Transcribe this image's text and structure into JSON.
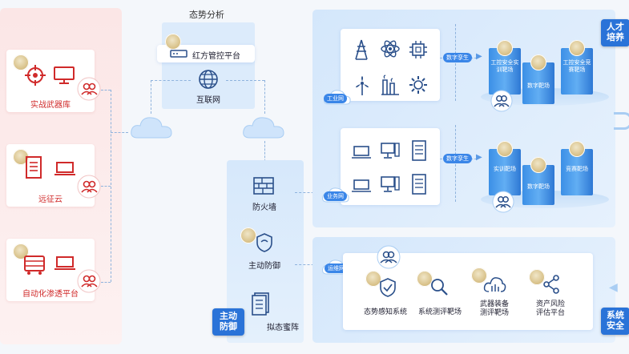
{
  "left_panel": {
    "items": [
      {
        "label": "实战武器库"
      },
      {
        "label": "远征云"
      },
      {
        "label": "自动化渗透平台"
      }
    ]
  },
  "top_center": {
    "title": "态势分析",
    "platform_label": "红方管控平台",
    "internet_label": "互联网"
  },
  "security_stack": {
    "items": [
      {
        "label": "防火墙"
      },
      {
        "label": "主动防御"
      },
      {
        "label": "拟态蜜阵"
      }
    ],
    "tag": "主动\n防御"
  },
  "top_right": {
    "industrial_net_tag": "工业网",
    "business_net_tag": "业务网",
    "digital_twin_1": "数字孪生",
    "digital_twin_2": "数字孪生",
    "range_group_1": {
      "b1": "工控安全实训靶场",
      "b2": "数字靶场",
      "b3": "工控安全竞赛靶场"
    },
    "range_group_2": {
      "b1": "实训靶场",
      "b2": "数字靶场",
      "b3": "竞赛靶场"
    },
    "talent_tag": "人才\n培养"
  },
  "bottom_right": {
    "ops_net_tag": "运维网",
    "items": [
      {
        "label": "态势感知系统"
      },
      {
        "label": "系统测评靶场"
      },
      {
        "label": "武器装备\n测评靶场"
      },
      {
        "label": "资产风险\n评估平台"
      }
    ],
    "system_safety_tag": "系统\n安全"
  },
  "colors": {
    "accent_blue": "#2a73d8",
    "accent_red": "#d02a2a",
    "panel_blue": "#dcebfb",
    "panel_red": "#fbe2e2"
  }
}
